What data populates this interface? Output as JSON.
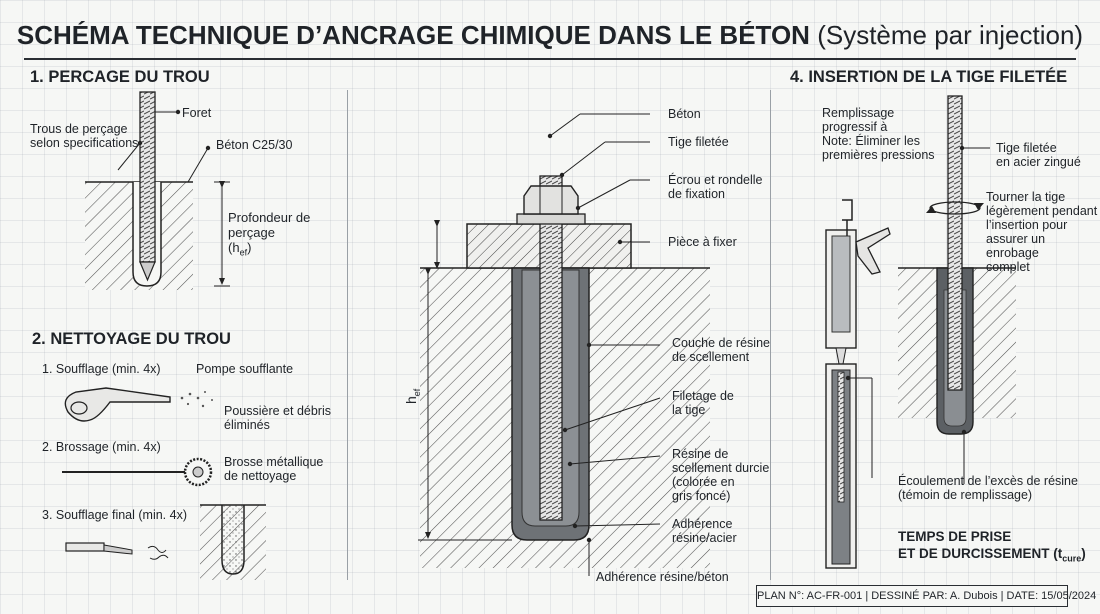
{
  "title": {
    "main": "SCHÉMA TECHNIQUE D’ANCRAGE CHIMIQUE DANS LE BÉTON",
    "sub": "(Système par injection)"
  },
  "section1": {
    "heading": "1. PERCAGE DU TROU",
    "foret": "Foret",
    "trous": "Trous de perçage\nselon specifications",
    "beton": "Béton C25/30",
    "profondeur": "Profondeur de\nperçage\n(h",
    "profondeur_sub": "ef",
    "profondeur_end": ")"
  },
  "section2": {
    "heading": "2. NETTOYAGE DU TROU",
    "step1": "1. Soufflage (min. 4x)",
    "pompe": "Pompe soufflante",
    "poussiere": "Poussière et débris\néliminés",
    "step2": "2. Brossage (min. 4x)",
    "brosse": "Brosse métallique\nde nettoyage",
    "step3": "3. Soufflage final (min. 4x)"
  },
  "center": {
    "beton": "Béton",
    "tige": "Tige filetée",
    "ecrou": "Écrou et rondelle\nde fixation",
    "piece": "Pièce à fixer",
    "couche": "Couche de résine\nde scellement",
    "filetage": "Filetage de\nla tige",
    "resine_durcie": "Résine de\nscellement durcie\n(colorée en\ngris foncé)",
    "adh_acier": "Adhérence\nrésine/acier",
    "adh_beton": "Adhérence résine/béton",
    "hef": "h",
    "hef_sub": "ef"
  },
  "section4": {
    "heading": "4. INSERTION DE LA TIGE FILETÉE",
    "remplissage": "Remplissage\nprogressif à\nNote: Éliminer les\npremières pressions",
    "tige": "Tige filetée\nen acier zingué",
    "tourner": "Tourner la tige\nlégèrement pendant\nl’insertion pour\nassurer un enrobage\ncomplet",
    "ecoulement": "Écoulement de l’excès de résine\n(témoin de remplissage)",
    "temps": "TEMPS DE PRISE\nET DE DURCISSEMENT (t",
    "temps_sub": "cure",
    "temps_end": ")"
  },
  "footer": "PLAN N°: AC-FR-001  |  DESSINÉ PAR: A. Dubois  |  DATE: 15/05/2024"
}
